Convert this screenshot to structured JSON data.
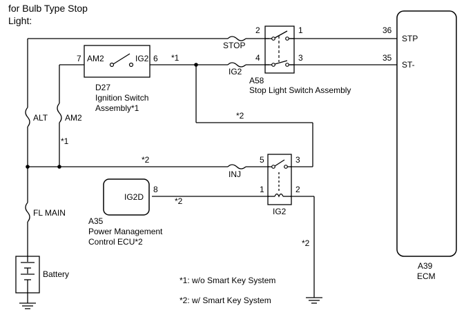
{
  "header": {
    "line1": "for Bulb Type Stop",
    "line2": "Light:"
  },
  "ecm": {
    "code": "A39",
    "name": "ECM",
    "pins": [
      {
        "num": "36",
        "name": "STP"
      },
      {
        "num": "35",
        "name": "ST-"
      }
    ]
  },
  "stop_switch": {
    "code": "A58",
    "name": "Stop Light Switch Assembly",
    "pins": {
      "p1": "1",
      "p2": "2",
      "p3": "3",
      "p4": "4"
    }
  },
  "ignition_switch": {
    "code": "D27",
    "line1": "Ignition Switch",
    "line2": "Assembly*1",
    "left_label": "AM2",
    "right_label": "IG2",
    "pin_left": "7",
    "pin_right": "6"
  },
  "relay": {
    "label": "IG2",
    "pins": {
      "p5": "5",
      "p3": "3",
      "p1": "1",
      "p2": "2"
    }
  },
  "power_mgmt": {
    "code": "A35",
    "line1": "Power Management",
    "line2": "Control ECU*2",
    "terminal": "IG2D",
    "pin": "8"
  },
  "fuses": {
    "stop": "STOP",
    "ig2": "IG2",
    "alt": "ALT",
    "am2": "AM2",
    "inj": "INJ",
    "fl_main": "FL MAIN"
  },
  "wire_notes": {
    "note1_top": "*1",
    "note2_mid": "*2",
    "note1_side": "*1",
    "note2_inj": "*2",
    "note2_ig2d": "*2",
    "note2_ground": "*2"
  },
  "battery": {
    "label": "Battery"
  },
  "legend": [
    "*1: w/o Smart Key System",
    "*2: w/ Smart Key System"
  ]
}
